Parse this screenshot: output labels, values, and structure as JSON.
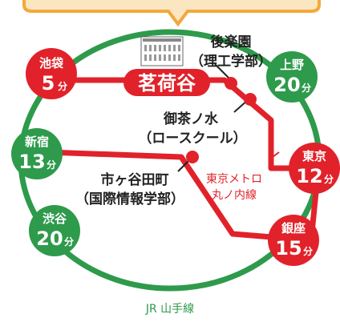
{
  "colors": {
    "yamanote_green": "#2e9a4b",
    "marunouchi_red": "#e1222a",
    "callout_orange": "#f2a93b",
    "callout_fill": "#fbe6c2",
    "text_dark": "#222222",
    "white": "#ffffff"
  },
  "yamanote_label": "JR 山手線",
  "marunouchi_label": [
    "東京メトロ",
    "丸ノ内線"
  ],
  "myogadani": {
    "name": "茗荷谷"
  },
  "stations": [
    {
      "id": "ikebukuro",
      "name": "池袋",
      "minutes": "5",
      "unit": "分",
      "color": "#e1222a"
    },
    {
      "id": "ueno",
      "name": "上野",
      "minutes": "20",
      "unit": "分",
      "color": "#2e9a4b"
    },
    {
      "id": "shinjuku",
      "name": "新宿",
      "minutes": "13",
      "unit": "分",
      "color": "#2e9a4b"
    },
    {
      "id": "tokyo",
      "name": "東京",
      "minutes": "12",
      "unit": "分",
      "color": "#e1222a"
    },
    {
      "id": "shibuya",
      "name": "渋谷",
      "minutes": "20",
      "unit": "分",
      "color": "#2e9a4b"
    },
    {
      "id": "ginza",
      "name": "銀座",
      "minutes": "15",
      "unit": "分",
      "color": "#e1222a"
    }
  ],
  "campuses": [
    {
      "id": "korakuen",
      "lines": [
        "後楽園",
        "（理工学部）"
      ]
    },
    {
      "id": "ochanomizu",
      "lines": [
        "御茶ノ水",
        "（ロースクール）"
      ]
    },
    {
      "id": "ichigaya",
      "lines": [
        "市ヶ谷田町",
        "（国際情報学部）"
      ]
    }
  ],
  "icons": [
    "building-icon",
    "callout-pointer"
  ]
}
